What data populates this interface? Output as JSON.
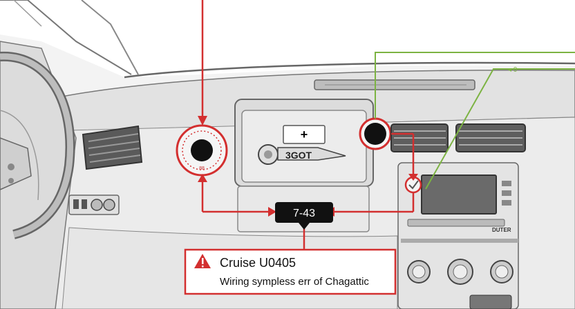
{
  "callouts": {
    "center_display_label": "3GOT",
    "center_button_symbol": "+",
    "code_box_label": "7-43",
    "top_right_label": "◂ 0",
    "top_right_color": "#7cb342",
    "arrow_color": "#d32f2f"
  },
  "warning": {
    "icon": "warning-triangle-icon",
    "title": "Cruise U0405",
    "message": "Wiring sympless err of Chagattic"
  },
  "radio": {
    "button_row_label": "DUTER",
    "icon_check": "check-icon"
  }
}
